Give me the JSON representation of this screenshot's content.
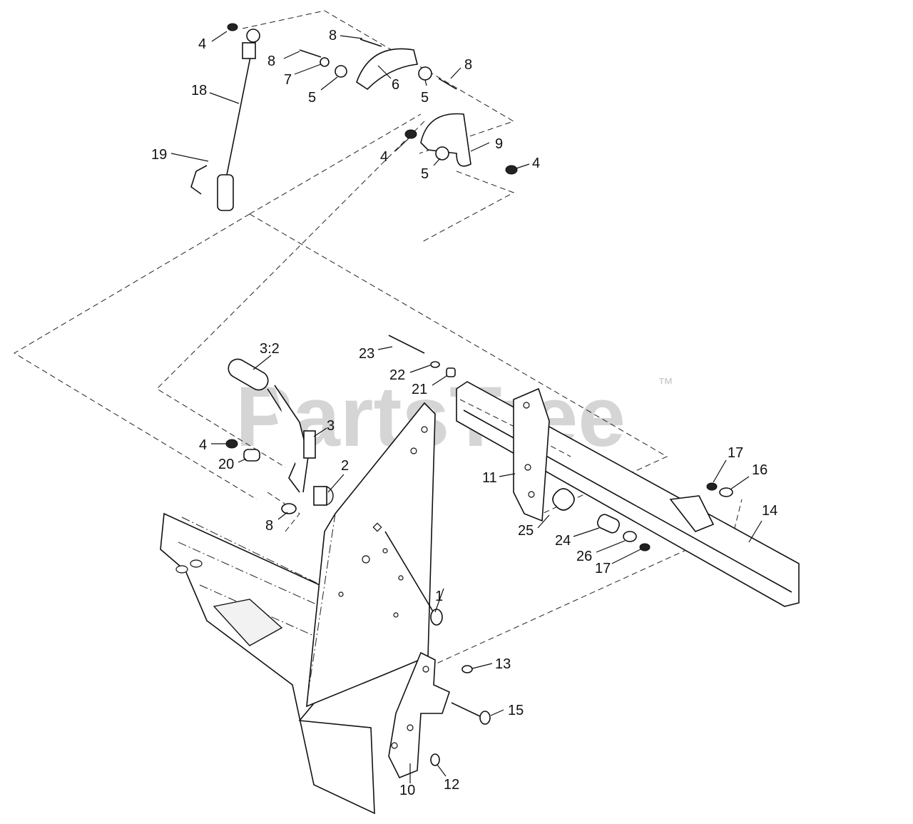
{
  "watermark": {
    "text": "PartsTree",
    "trademark": "™"
  },
  "callouts": {
    "c1": "1",
    "c2": "2",
    "c3": "3",
    "c3_2": "3:2",
    "c4a": "4",
    "c4b": "4",
    "c4c": "4",
    "c4d": "4",
    "c5a": "5",
    "c5b": "5",
    "c5c": "5",
    "c6": "6",
    "c7": "7",
    "c8a": "8",
    "c8b": "8",
    "c8c": "8",
    "c8d": "8",
    "c9": "9",
    "c10": "10",
    "c11": "11",
    "c12": "12",
    "c13": "13",
    "c14": "14",
    "c15": "15",
    "c16": "16",
    "c17a": "17",
    "c17b": "17",
    "c18": "18",
    "c19": "19",
    "c20": "20",
    "c21": "21",
    "c22": "22",
    "c23": "23",
    "c24": "24",
    "c25": "25",
    "c26": "26"
  }
}
